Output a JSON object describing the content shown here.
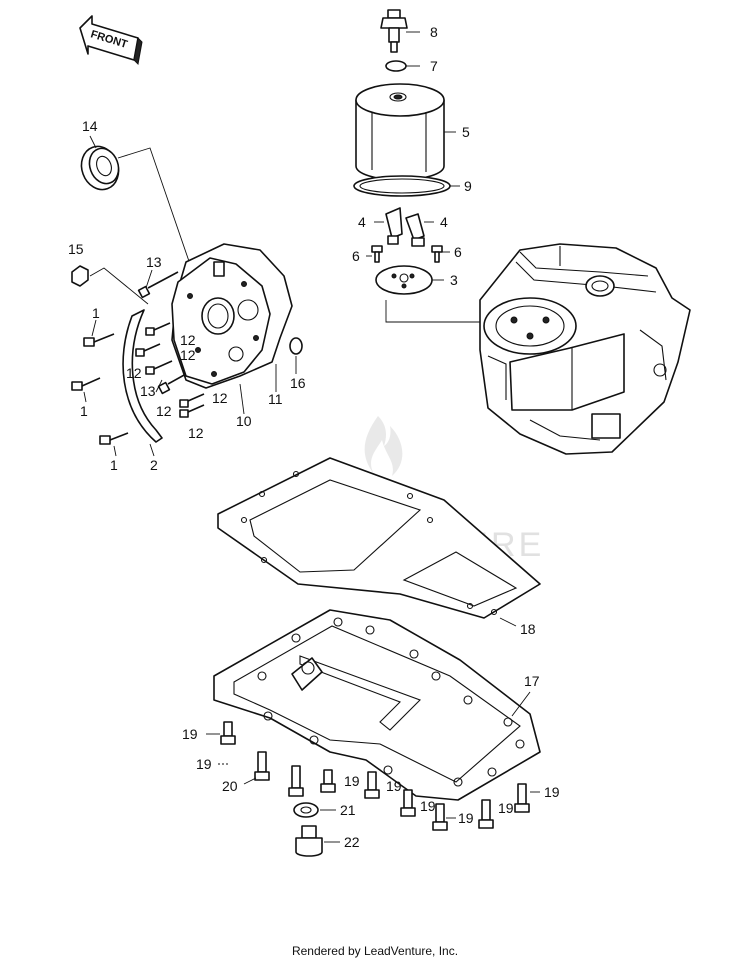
{
  "direction_label": "FRONT",
  "watermark": "LEADVENTURE",
  "footer": "Rendered by LeadVenture, Inc.",
  "callouts": {
    "c1a": "1",
    "c1b": "1",
    "c1c": "1",
    "c2": "2",
    "c3": "3",
    "c4a": "4",
    "c4b": "4",
    "c5": "5",
    "c6a": "6",
    "c6b": "6",
    "c7": "7",
    "c8": "8",
    "c9": "9",
    "c10": "10",
    "c11": "11",
    "c12a": "12",
    "c12b": "12",
    "c12c": "12",
    "c12d": "12",
    "c12e": "12",
    "c13a": "13",
    "c13b": "13",
    "c14": "14",
    "c15": "15",
    "c16": "16",
    "c17": "17",
    "c18": "18",
    "c19a": "19",
    "c19b": "19",
    "c19c": "19",
    "c19d": "19",
    "c19e": "19",
    "c19f": "19",
    "c19g": "19",
    "c19h": "19",
    "c20": "20",
    "c21": "21",
    "c22": "22"
  }
}
